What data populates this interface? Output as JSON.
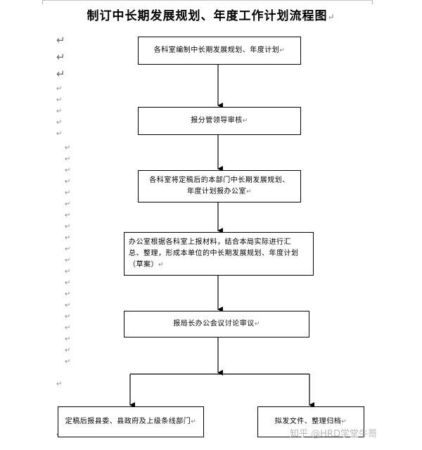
{
  "title": "制订中长期发展规划、年度工作计划流程图",
  "paragraph_mark": "↵",
  "boxes": {
    "step1": "各科室编制中长期发展规划、年度计划",
    "step2": "报分管领导审核",
    "step3_line1": "各科室将定稿后的本部门中长期发展规划、",
    "step3_line2": "年度计划报办公室",
    "step4_line1": "办公室根据各科室上报材料，结合本局实际进行汇",
    "step4_line2": "总、整理，形成本单位的中长期发展规划、年度计划",
    "step4_line3": "（草案）",
    "step5": "报局长办公会议讨论审议",
    "step6_left": "定稿后报县委、县政府及上级条线部门",
    "step6_right": "拟发文件、整理归档"
  },
  "watermark": "知乎 @HRD学堂牛哥"
}
